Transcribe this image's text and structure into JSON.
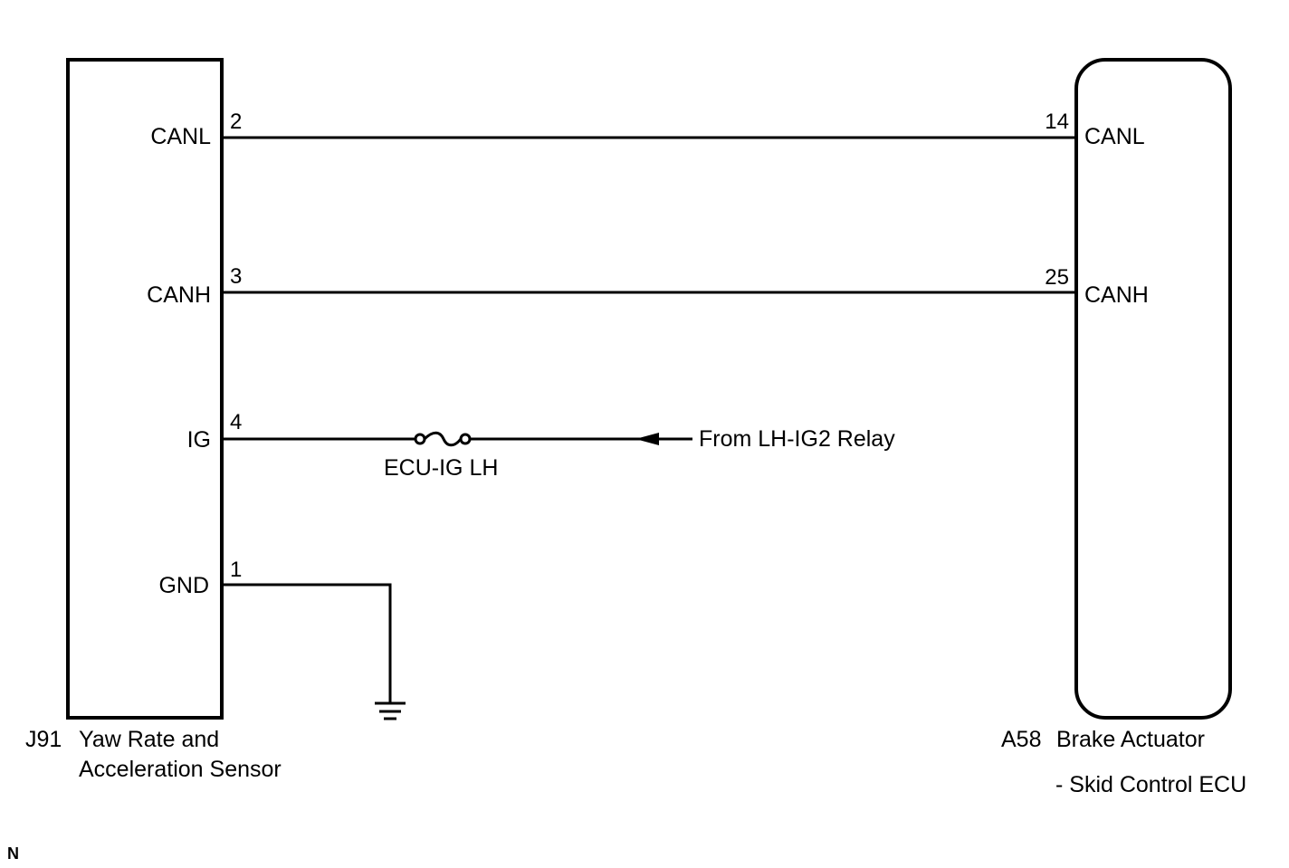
{
  "left_component": {
    "code": "J91",
    "name_line1": "Yaw Rate and",
    "name_line2": "Acceleration Sensor",
    "pins": [
      {
        "name": "CANL",
        "number": "2"
      },
      {
        "name": "CANH",
        "number": "3"
      },
      {
        "name": "IG",
        "number": "4"
      },
      {
        "name": "GND",
        "number": "1"
      }
    ]
  },
  "right_component": {
    "code": "A58",
    "name_line1": "Brake Actuator",
    "name_line2": "- Skid Control ECU",
    "pins": [
      {
        "name": "CANL",
        "number": "14"
      },
      {
        "name": "CANH",
        "number": "25"
      }
    ]
  },
  "fuse": {
    "label": "ECU-IG LH"
  },
  "source": {
    "label": "From LH-IG2 Relay"
  },
  "corner_mark": "N",
  "colors": {
    "line": "#000000",
    "background": "#ffffff"
  }
}
